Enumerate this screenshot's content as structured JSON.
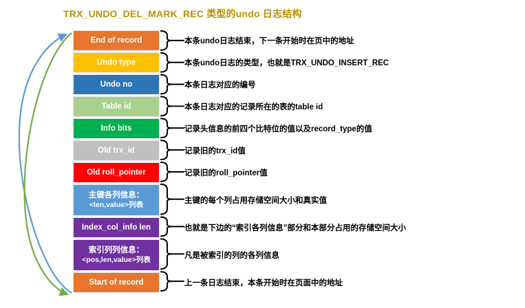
{
  "diagram": {
    "title": "TRX_UNDO_DEL_MARK_REC 类型的undo 日志结构",
    "title_color": "#bf8f00",
    "background": "#ffffff",
    "fields": [
      {
        "label": "End of record",
        "label2": "",
        "color": "#e8762c",
        "text_color": "#ffffff",
        "height": "single",
        "note": "本条undo日志结束，下一条开始时在页中的地址"
      },
      {
        "label": "Undo type",
        "label2": "",
        "color": "#ffc000",
        "text_color": "#ffffff",
        "height": "single",
        "note": "本条undo日志的类型，也就是TRX_UNDO_INSERT_REC"
      },
      {
        "label": "Undo no",
        "label2": "",
        "color": "#2e75b6",
        "text_color": "#ffffff",
        "height": "single",
        "note": "本条日志对应的编号"
      },
      {
        "label": "Table id",
        "label2": "",
        "color": "#a9d18e",
        "text_color": "#ffffff",
        "height": "single",
        "note": "本条日志对应的记录所在的表的table id"
      },
      {
        "label": "Info bits",
        "label2": "",
        "color": "#00b050",
        "text_color": "#ffffff",
        "height": "single",
        "note": "记录头信息的前四个比特位的值以及record_type的值"
      },
      {
        "label": "Old trx_id",
        "label2": "",
        "color": "#bfbfbf",
        "text_color": "#ffffff",
        "height": "single",
        "note": "记录旧的trx_id值"
      },
      {
        "label": "Old roll_pointer",
        "label2": "",
        "color": "#ff0000",
        "text_color": "#ffffff",
        "height": "single",
        "note": "记录旧的roll_pointer值"
      },
      {
        "label": "主键各列信息：",
        "label2": "<len,value>列表",
        "color": "#5b9bd5",
        "text_color": "#ffffff",
        "height": "double",
        "note": "主键的每个列占用存储空间大小和真实值"
      },
      {
        "label": "Index_col_info len",
        "label2": "",
        "color": "#7030a0",
        "text_color": "#ffffff",
        "height": "single",
        "note": "也就是下边的“索引各列信息”部分和本部分占用的存储空间大小"
      },
      {
        "label": "索引列列信息：",
        "label2": "<pos,len,value>列表",
        "color": "#7030a0",
        "text_color": "#ffffff",
        "height": "double",
        "note": "凡是被索引的列的各列信息"
      },
      {
        "label": "Start of record",
        "label2": "",
        "color": "#e8762c",
        "text_color": "#ffffff",
        "height": "single",
        "note": "上一条日志结束，本条开始时在页面中的地址"
      }
    ],
    "arrows": [
      {
        "name": "blue-flow-arrow",
        "color": "#5b9bd5",
        "direction": "bottom-to-top"
      },
      {
        "name": "green-flow-arrow",
        "color": "#70ad47",
        "direction": "top-to-bottom"
      }
    ]
  }
}
